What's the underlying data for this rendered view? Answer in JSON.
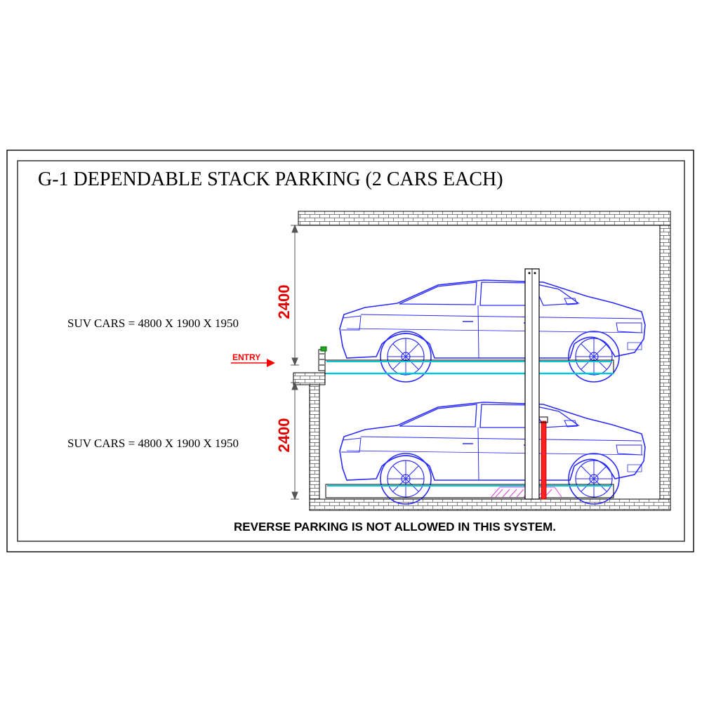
{
  "title": "G-1 DEPENDABLE STACK PARKING (2 CARS EACH)",
  "upper_level": {
    "car_label": "SUV CARS = 4800 X 1900 X 1950",
    "height_dimension": "2400"
  },
  "lower_level": {
    "car_label": "SUV CARS = 4800 X 1900 X 1950",
    "height_dimension": "2400"
  },
  "entry_label": "ENTRY",
  "notice": "REVERSE PARKING IS NOT ALLOWED IN THIS SYSTEM.",
  "colors": {
    "car_outline": "#2a2aff",
    "platform": "#00c8d8",
    "dimension_text": "#e00000",
    "entry": "#ff0000",
    "post": "#ff2020",
    "hydraulic": "#e040e0",
    "frame": "#000000"
  }
}
